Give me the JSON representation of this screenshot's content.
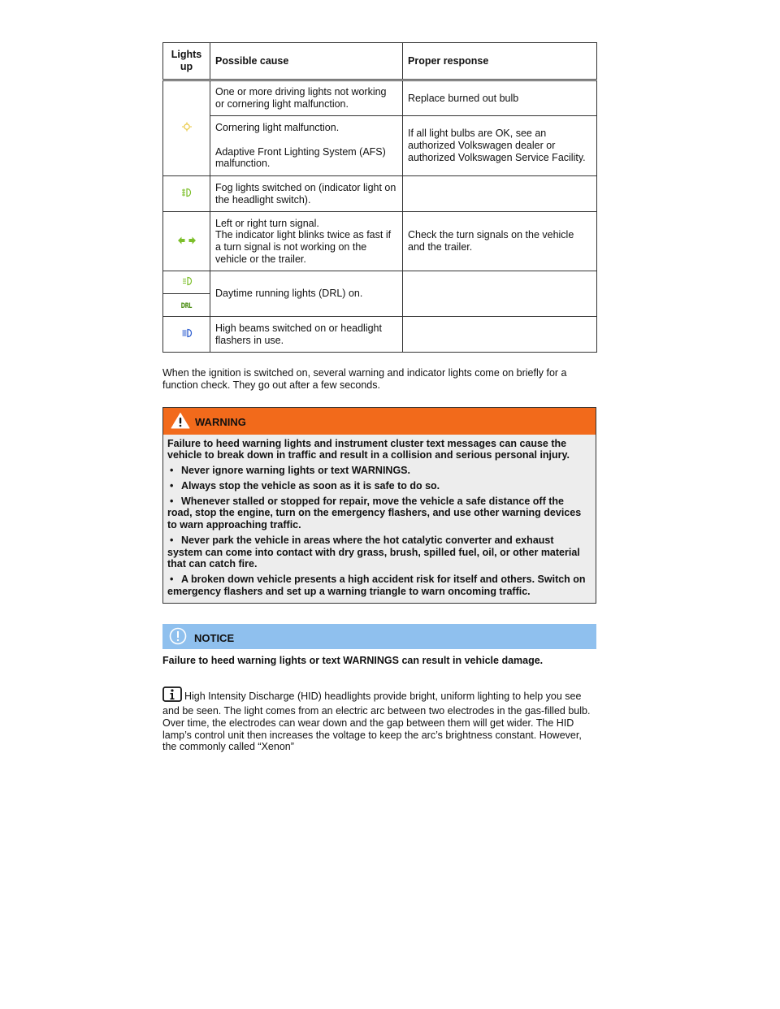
{
  "table": {
    "headers": [
      "Lights up",
      "Possible cause",
      "Proper response"
    ],
    "rows": {
      "cornering": {
        "icon": "cornering-light-icon",
        "cause1": "One or more driving lights not working or cornering light malfunction.",
        "response1": "Replace burned out bulb",
        "cause2": "Cornering light malfunction.",
        "cause3": "Adaptive Front Lighting System (AFS) malfunction.",
        "response2": "If all light bulbs are OK, see an authorized Volkswagen dealer or authorized Volkswagen Service Facility."
      },
      "fog": {
        "icon": "fog-light-icon",
        "cause": "Fog lights switched on (indicator light on the headlight switch).",
        "response": ""
      },
      "turn": {
        "icon": "turn-signal-arrows-icon",
        "cause_line1": "Left or right turn signal.",
        "cause_line2": "The indicator light blinks twice as fast if a turn signal is not working on the vehicle or the trailer.",
        "response": "Check the turn signals on the vehicle and the trailer."
      },
      "drl": {
        "icon1": "daytime-running-light-icon",
        "icon2": "drl-icon",
        "icon2_text": "DRL",
        "cause": "Daytime running lights (DRL) on.",
        "response": ""
      },
      "highbeam": {
        "icon": "high-beam-icon",
        "cause": "High beams switched on or headlight flashers in use.",
        "response": ""
      }
    }
  },
  "intro_text": "When the ignition is switched on, several warning and indicator lights come on briefly for a function check. They go out after a few seconds.",
  "warning": {
    "icon": "warning-triangle-icon",
    "title": "WARNING",
    "lead": "Failure to heed warning lights and instrument cluster text messages can cause the vehicle to break down in traffic and result in a collision and serious personal injury.",
    "bullet_char": "•",
    "bullets": [
      "Never ignore warning lights or text WARNINGS.",
      "Always stop the vehicle as soon as it is safe to do so.",
      "Whenever stalled or stopped for repair, move the vehicle a safe distance off the road, stop the engine, turn on the emergency flashers, and use other warning devices to warn approaching traffic.",
      "Never park the vehicle in areas where the hot catalytic converter and exhaust system can come into contact with dry grass, brush, spilled fuel, oil, or other material that can catch fire.",
      "A broken down vehicle presents a high accident risk for itself and others. Switch on emergency flashers and set up a warning triangle to warn oncoming traffic."
    ]
  },
  "notice": {
    "icon": "notice-exclamation-icon",
    "title": "NOTICE",
    "text": "Failure to heed warning lights or text WARNINGS can result in vehicle damage."
  },
  "info": {
    "icon": "info-icon",
    "text": "High Intensity Discharge (HID) headlights provide bright, uniform lighting to help you see and be seen. The light comes from an electric arc between two electrodes in the gas-filled bulb. Over time, the electrodes can wear down and the gap between them will get wider. The HID lamp’s control unit then increases the voltage to keep the arc’s brightness constant. However, the commonly called “Xenon”"
  },
  "colors": {
    "indicator_green": "#7cbf2a",
    "indicator_yellow": "#e8c63a",
    "indicator_blue": "#2f5fd0",
    "warning_orange": "#f26a1b",
    "notice_blue": "#8fc0ee"
  }
}
